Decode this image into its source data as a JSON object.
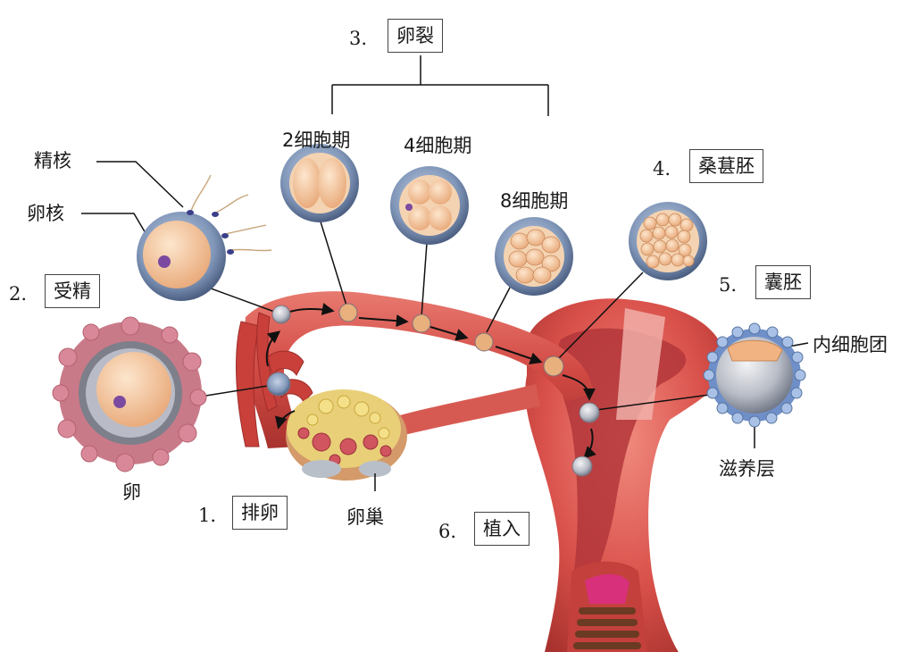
{
  "steps": {
    "fertilization": {
      "number": "2.",
      "label": "受精"
    },
    "cleavage": {
      "number": "3.",
      "label": "卵裂"
    },
    "morula": {
      "number": "4.",
      "label": "桑葚胚"
    },
    "blastocyst": {
      "number": "5.",
      "label": "囊胚"
    },
    "ovulation": {
      "number": "1.",
      "label": "排卵"
    },
    "implantation": {
      "number": "6.",
      "label": "植入"
    }
  },
  "stages": {
    "two_cell": "2细胞期",
    "four_cell": "4细胞期",
    "eight_cell": "8细胞期"
  },
  "parts": {
    "sperm_nucleus": "精核",
    "egg_nucleus": "卵核",
    "egg": "卵",
    "ovary": "卵巢",
    "inner_cell_mass": "内细胞团",
    "trophoblast": "滋养层"
  },
  "colors": {
    "tissue": "#d9504a",
    "tissue_dark": "#a8322e",
    "ovary": "#e9cf78",
    "cell_halo": "#8096b8",
    "cell": "#f3c9a0"
  }
}
